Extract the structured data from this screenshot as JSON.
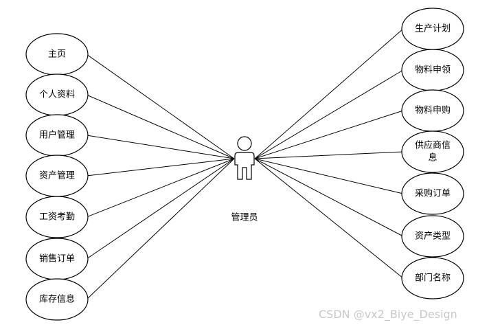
{
  "actor": {
    "label": "管理员"
  },
  "use_cases_left": [
    {
      "lines": [
        "主页"
      ]
    },
    {
      "lines": [
        "个人资料"
      ]
    },
    {
      "lines": [
        "用户管理"
      ]
    },
    {
      "lines": [
        "资产管理"
      ]
    },
    {
      "lines": [
        "工资考勤"
      ]
    },
    {
      "lines": [
        "销售订单"
      ]
    },
    {
      "lines": [
        "库存信息"
      ]
    }
  ],
  "use_cases_right": [
    {
      "lines": [
        "生产计划"
      ]
    },
    {
      "lines": [
        "物料申领"
      ]
    },
    {
      "lines": [
        "物料申购"
      ]
    },
    {
      "lines": [
        "供应商信",
        "息"
      ]
    },
    {
      "lines": [
        "采购订单"
      ]
    },
    {
      "lines": [
        "资产类型"
      ]
    },
    {
      "lines": [
        "部门名称"
      ]
    }
  ],
  "watermark": "CSDN @vx2_Biye_Design"
}
